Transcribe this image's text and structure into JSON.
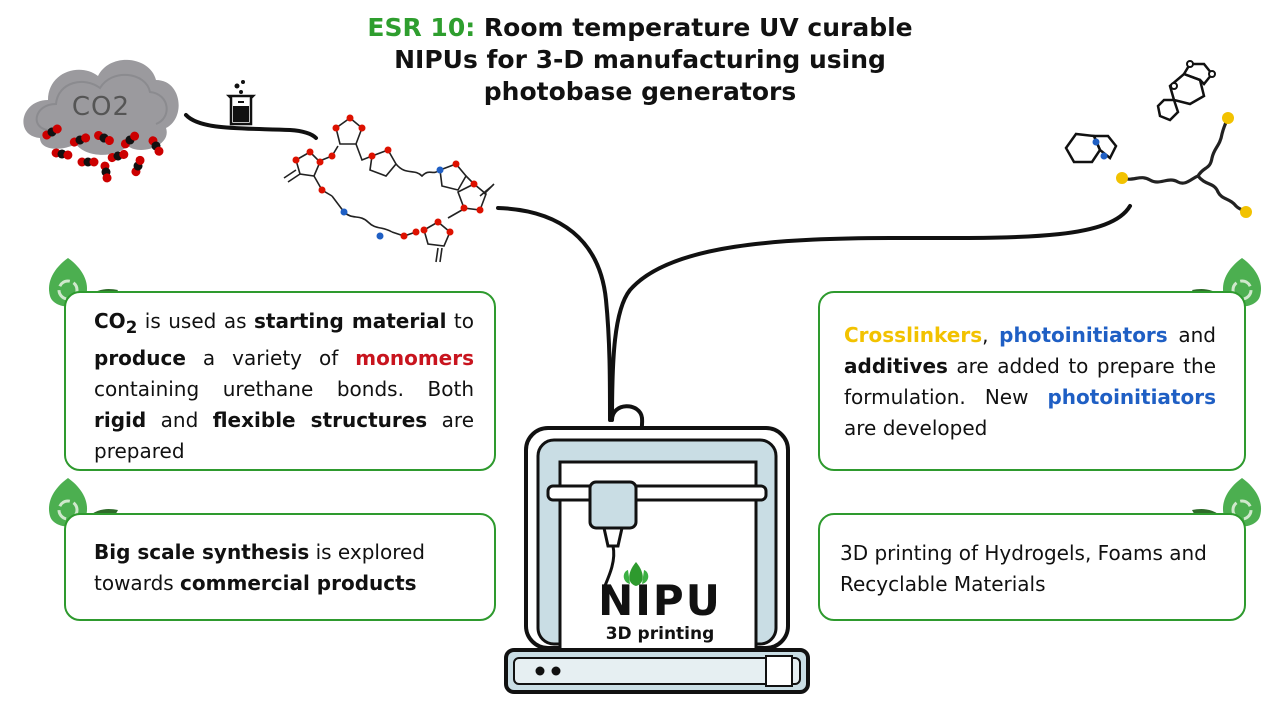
{
  "title": {
    "accent": "ESR 10:",
    "line1_rest": " Room temperature UV curable",
    "line2": "NIPUs for 3-D manufacturing using",
    "line3": "photobase generators"
  },
  "co2_cloud_label": "CO2",
  "printer": {
    "logo_text": "NIPU",
    "sub_text": "3D printing"
  },
  "boxes": {
    "co2": {
      "co2": "CO",
      "co2_sub": "2",
      "t1": " is used as ",
      "t2": "starting material",
      "t3": " to ",
      "t4": "produce",
      "t5": " a variety of ",
      "t6": "monomers",
      "t7": " containing urethane bonds. Both ",
      "t8": "rigid",
      "t9": " and ",
      "t10": "flexible structures",
      "t11": " are prepared"
    },
    "crosslinkers": {
      "t1": "Crosslinkers",
      "t2": ", ",
      "t3": "photoinitiators",
      "t4": " and ",
      "t5": "additives",
      "t6": " are added to prepare the formulation. New ",
      "t7": "photoinitiators",
      "t8": " are developed"
    },
    "scale": {
      "t1": "Big scale synthesis",
      "t2": " is explored towards ",
      "t3": "commercial products"
    },
    "printing": {
      "text": "3D printing of Hydrogels, Foams and Recyclable Materials"
    }
  },
  "colors": {
    "green_border": "#2e9a2e",
    "title_accent": "#2e9e2e",
    "monomers_red": "#c8141e",
    "crosslinkers_yellow": "#f2c200",
    "photoinitiators_blue": "#1f5fc4",
    "printer_frame": "#c9dde4"
  }
}
